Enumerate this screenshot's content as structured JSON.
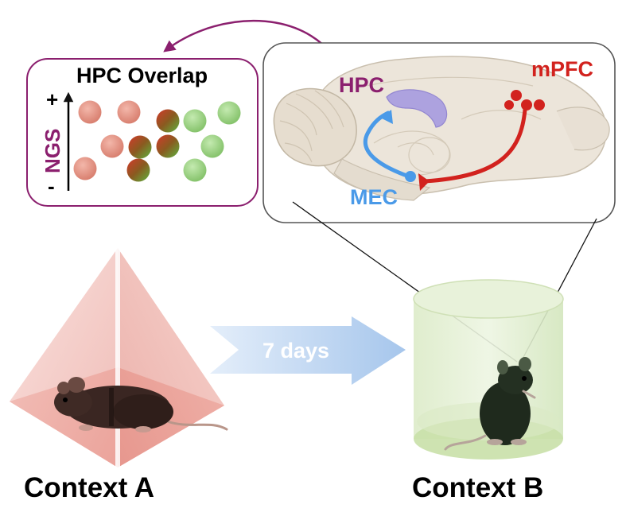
{
  "overlap_panel": {
    "title": "HPC Overlap",
    "axis_label": "NGS",
    "axis_plus": "+",
    "axis_minus": "-"
  },
  "brain_panel": {
    "label_hpc": "HPC",
    "label_mpfc": "mPFC",
    "label_mec": "MEC"
  },
  "arrow": {
    "label": "7 days"
  },
  "contexts": {
    "a_label": "Context A",
    "b_label": "Context B"
  },
  "colors": {
    "hpc": "#8b1f6e",
    "mpfc": "#d2221e",
    "mec": "#4a9ae8",
    "red_cell": "#e59484",
    "green_cell": "#9fd587",
    "arrow_fill": "#a9c8ec"
  }
}
